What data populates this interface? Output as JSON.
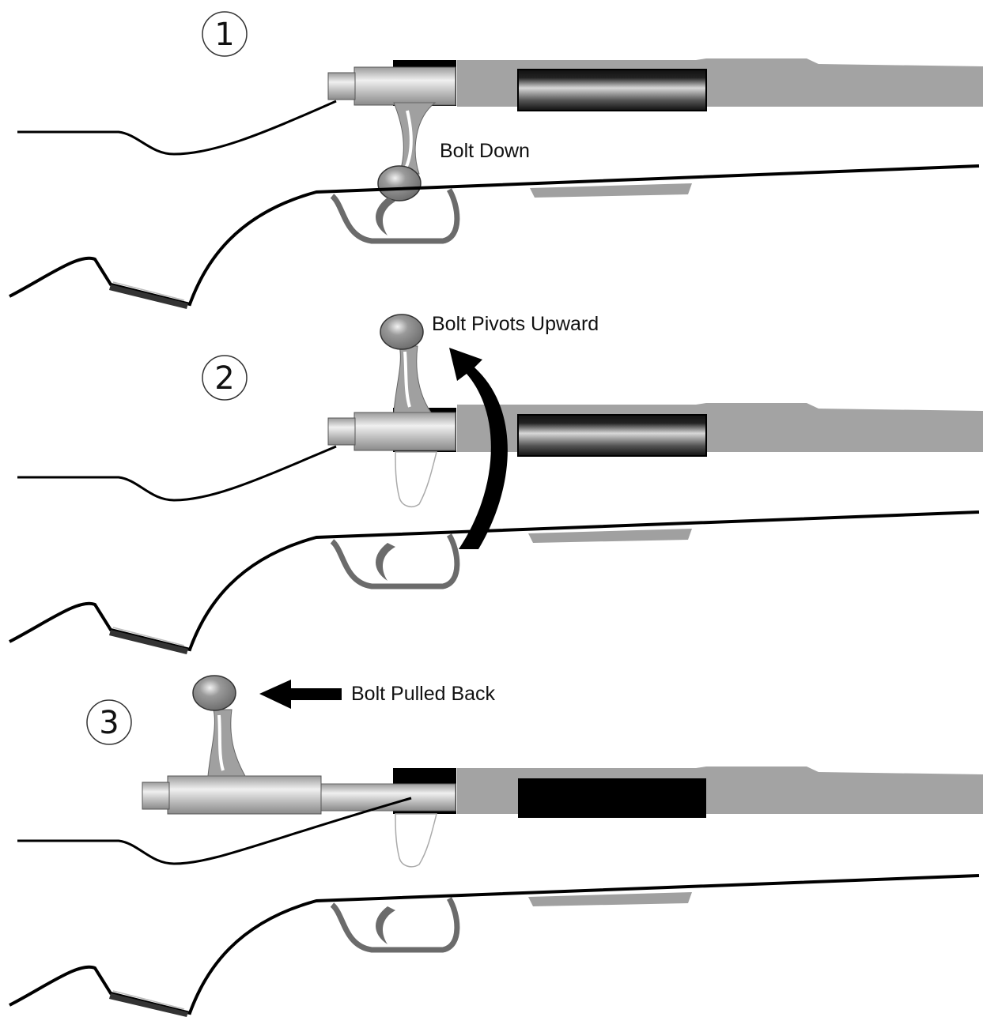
{
  "steps": [
    {
      "number": "1",
      "label": "Bolt Down"
    },
    {
      "number": "2",
      "label": "Bolt Pivots Upward"
    },
    {
      "number": "3",
      "label": "Bolt Pulled Back"
    }
  ],
  "colors": {
    "metal_gray": "#a3a3a3",
    "barrel_black": "#000000",
    "trigger_gray": "#6b6b6b",
    "knob_gray": "#8f8f8f"
  }
}
